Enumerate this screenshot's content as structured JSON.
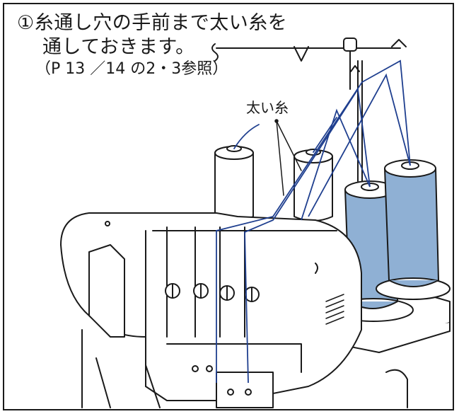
{
  "instruction": {
    "line1": "①糸通し穴の手前まで太い糸を",
    "line2": "通しておきます。",
    "reference": "（P 13 ／14 の2・3参照）"
  },
  "callout": {
    "thick_thread_label": "太い糸"
  },
  "colors": {
    "outline": "#1a1a1a",
    "thread": "#1f3f8f",
    "spool_fill": "#8fb0d4"
  }
}
